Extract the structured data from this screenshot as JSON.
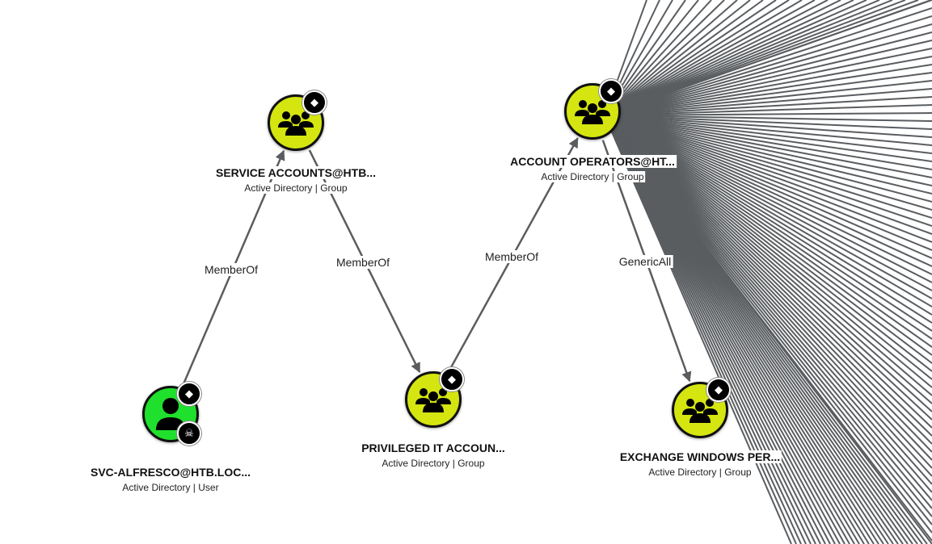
{
  "colors": {
    "group": "#d4e510",
    "user": "#1fe02c",
    "edge": "#5a5d60"
  },
  "nodes": [
    {
      "id": "svc",
      "name": "SVC-ALFRESCO@HTB.LOC...",
      "sub": "Active Directory | User",
      "kind": "user",
      "icons": [
        "diamond-icon",
        "skull-icon"
      ]
    },
    {
      "id": "service",
      "name": "SERVICE ACCOUNTS@HTB...",
      "sub": "Active Directory | Group",
      "kind": "group",
      "icons": [
        "diamond-icon"
      ]
    },
    {
      "id": "priv",
      "name": "PRIVILEGED IT ACCOUN...",
      "sub": "Active Directory | Group",
      "kind": "group",
      "icons": [
        "diamond-icon"
      ]
    },
    {
      "id": "acct",
      "name": "ACCOUNT OPERATORS@HT...",
      "sub": "Active Directory | Group",
      "kind": "group",
      "icons": [
        "diamond-icon"
      ]
    },
    {
      "id": "exch",
      "name": "EXCHANGE WINDOWS PER...",
      "sub": "Active Directory | Group",
      "kind": "group",
      "icons": [
        "diamond-icon"
      ]
    }
  ],
  "edges": [
    {
      "from": "svc",
      "to": "service",
      "label": "MemberOf"
    },
    {
      "from": "service",
      "to": "priv",
      "label": "MemberOf"
    },
    {
      "from": "priv",
      "to": "acct",
      "label": "MemberOf"
    },
    {
      "from": "acct",
      "to": "exch",
      "label": "GenericAll"
    }
  ]
}
